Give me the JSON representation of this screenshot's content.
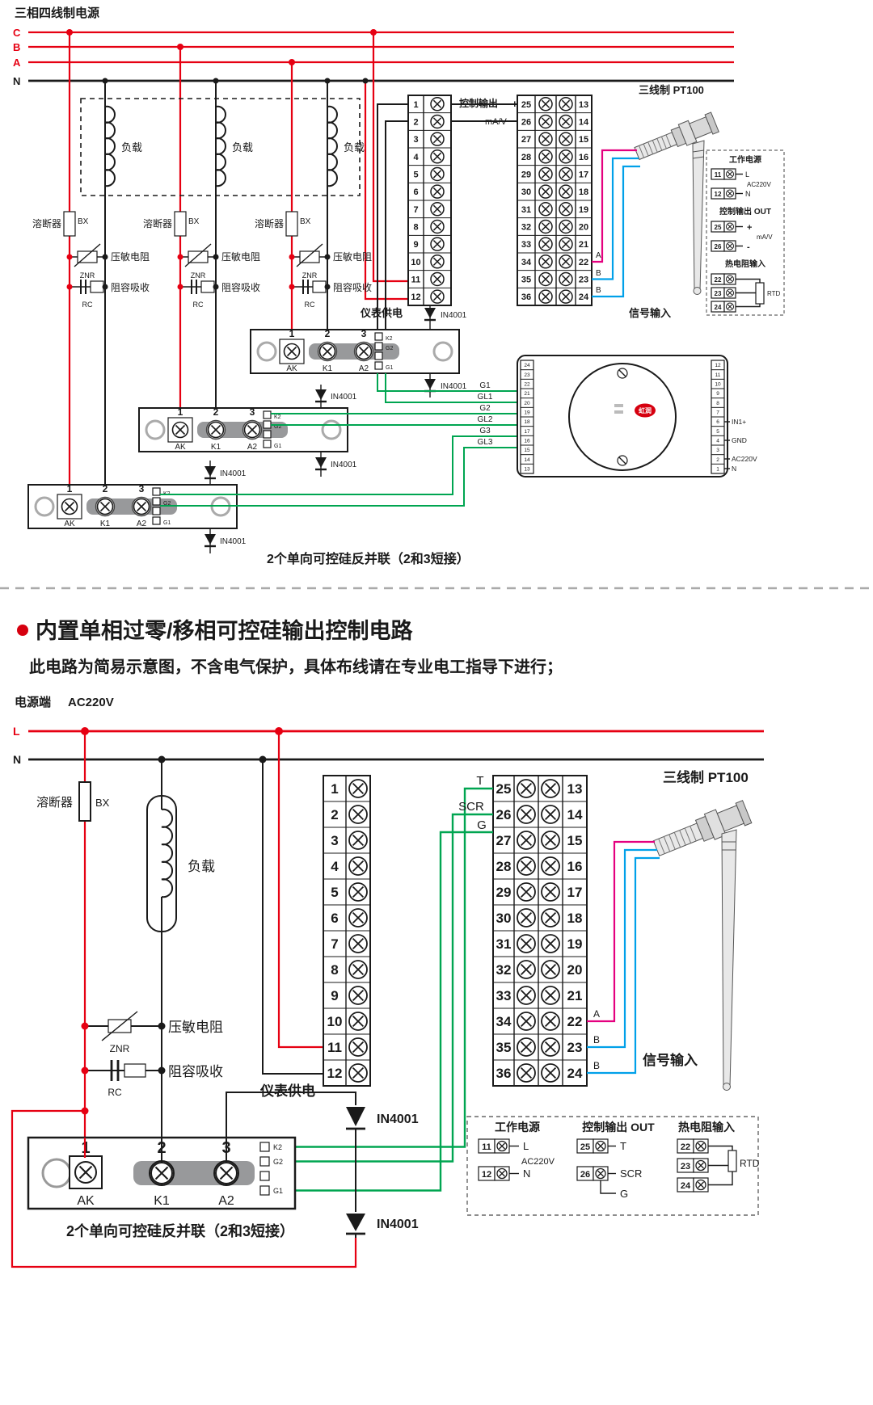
{
  "colors": {
    "red": "#e60012",
    "green": "#00a551",
    "magenta": "#e4007f",
    "cyan": "#00a0e9",
    "ink": "#1a1a1a"
  },
  "shared": {
    "load": "负载",
    "fuse": "溶断器",
    "fuse_model": "BX",
    "varistor": "压敏电阻",
    "varistor_model": "ZNR",
    "snubber": "阻容吸收",
    "snubber_model": "RC",
    "diode": "IN4001",
    "meter_power": "仪表供电",
    "signal_input": "信号输入",
    "pt100": "三线制 PT100",
    "note": "2个单向可控硅反并联（2和3短接）",
    "n1": "1",
    "n2": "2",
    "n3": "3",
    "ak": "AK",
    "k1": "K1",
    "a2": "A2",
    "k2": "K2",
    "g2": "G2",
    "g1": "G1",
    "work_power": "工作电源",
    "ctrl_out": "控制输出 OUT",
    "rtd_in": "热电阻输入",
    "rtd": "RTD",
    "ac220v": "AC220V",
    "L": "L",
    "N": "N",
    "t11": "11",
    "t12": "12",
    "t25": "25",
    "t26": "26",
    "t22": "22",
    "t23": "23",
    "t24": "24",
    "A": "A",
    "B": "B",
    "mav": "mA/V",
    "terms_left": [
      "1",
      "2",
      "3",
      "4",
      "5",
      "6",
      "7",
      "8",
      "9",
      "10",
      "11",
      "12"
    ],
    "terms_mid": [
      "25",
      "26",
      "27",
      "28",
      "29",
      "30",
      "31",
      "32",
      "33",
      "34",
      "35",
      "36"
    ],
    "terms_right": [
      "13",
      "14",
      "15",
      "16",
      "17",
      "18",
      "19",
      "20",
      "21",
      "22",
      "23",
      "24"
    ]
  },
  "top": {
    "title": "三相四线制电源",
    "c": "C",
    "b": "B",
    "a": "A",
    "n": "N",
    "ctrl_output": "控制输出",
    "plus": "+",
    "minus": "-",
    "gates": [
      "G1",
      "GL1",
      "G2",
      "GL2",
      "G3",
      "GL3"
    ],
    "ctl": {
      "left": [
        "24",
        "23",
        "22",
        "21",
        "20",
        "19",
        "18",
        "17",
        "16",
        "15",
        "14",
        "13"
      ],
      "right": [
        "12",
        "11",
        "10",
        "9",
        "8",
        "7",
        "6",
        "5",
        "4",
        "3",
        "2",
        "1"
      ],
      "in1": "IN1+",
      "gnd": "GND",
      "ac": "AC220V",
      "n": "N",
      "brand": "虹润"
    }
  },
  "bottom": {
    "heading": "内置单相过零/移相可控硅输出控制电路",
    "subheading": "此电路为简易示意图，不含电气保护，具体布线请在专业电工指导下进行；",
    "source": "电源端",
    "source_v": "AC220V",
    "L": "L",
    "N": "N",
    "T": "T",
    "SCR": "SCR",
    "G": "G"
  }
}
